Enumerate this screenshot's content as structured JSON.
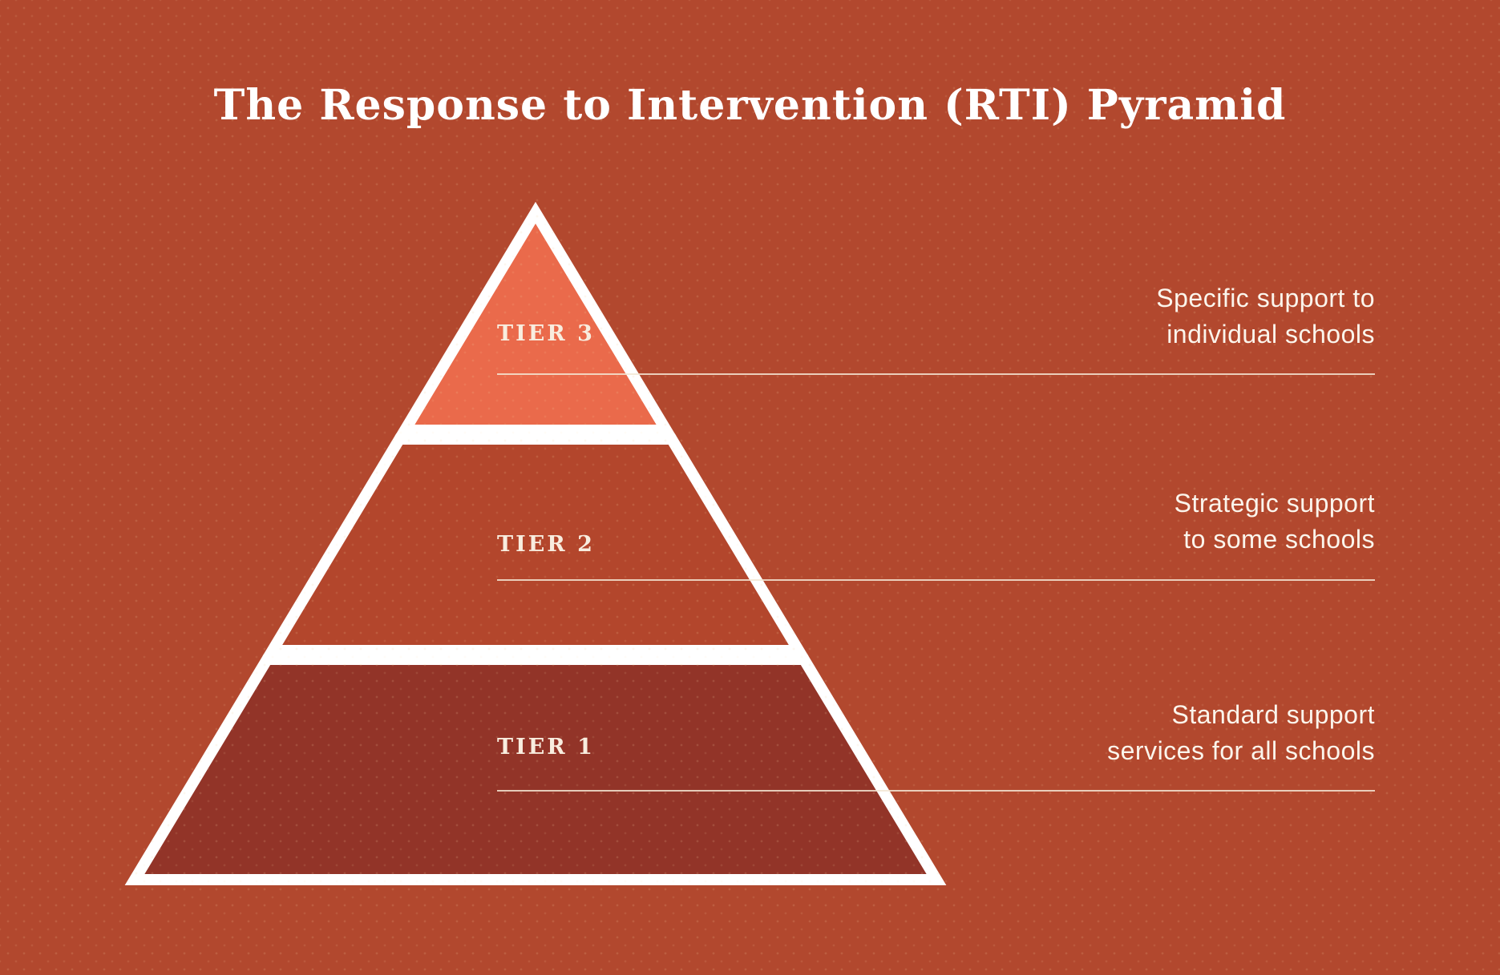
{
  "diagram": {
    "title": "The Response to Intervention (RTI) Pyramid",
    "tiers": [
      {
        "name": "TIER 3",
        "description_line1": "Specific support to",
        "description_line2": "individual schools",
        "fill": "#EA6A4B"
      },
      {
        "name": "TIER 2",
        "description_line1": "Strategic support",
        "description_line2": "to some schools",
        "fill": "#B3462C"
      },
      {
        "name": "TIER 1",
        "description_line1": "Standard support",
        "description_line2": "services for all schools",
        "fill": "#923428"
      }
    ],
    "colors": {
      "background": "#B2482E",
      "outline": "#FFFFFF",
      "connector_line": "#F3E6D4",
      "tier_label_text": "#F8EDDF",
      "description_text": "#FBF5EC",
      "title_text": "#FFFFFF"
    }
  }
}
